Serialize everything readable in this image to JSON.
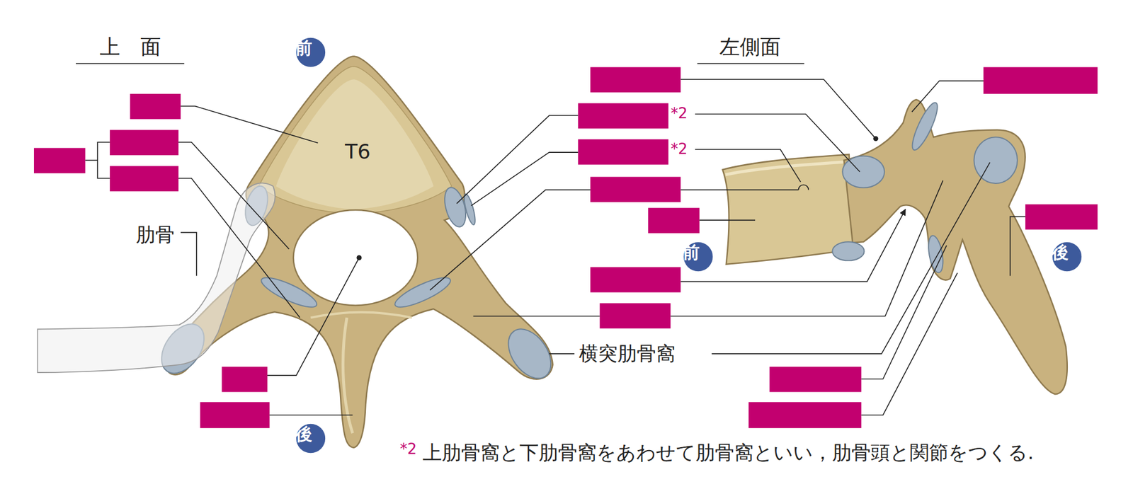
{
  "diagram": {
    "caption": "上肋骨窩と下肋骨窩をあわせて肋骨窩といい，肋骨頭と関節をつくる.",
    "nodes": [
      {
        "text": [
          "前"
        ]
      },
      {
        "text": [
          "前"
        ]
      },
      {
        "text": [
          "後"
        ]
      },
      {
        "text": [
          "後"
        ]
      }
    ],
    "labels": [
      "上　面",
      "左側面",
      "T6",
      "肋骨",
      "*2",
      "*2",
      "横突肋骨窩",
      "*2"
    ]
  }
}
